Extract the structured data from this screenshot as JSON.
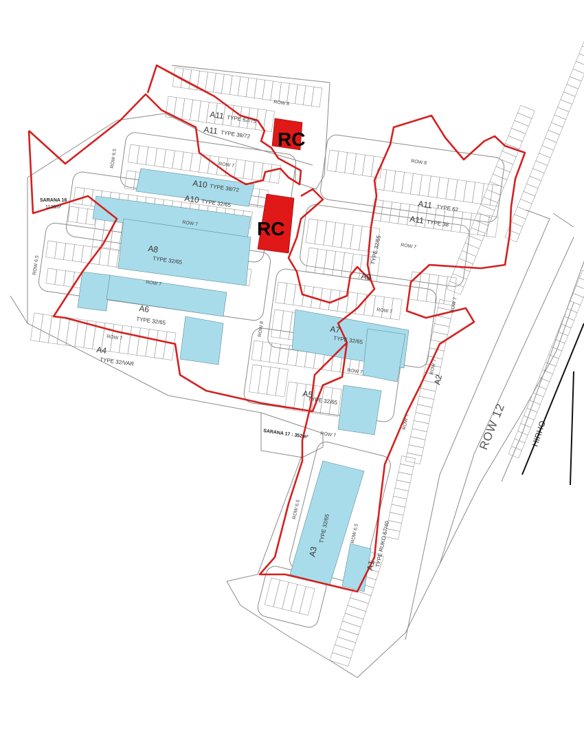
{
  "colors": {
    "boundary": "#d42020",
    "highlight": "#a9dcea",
    "rc": "#e01818",
    "lines": "#8a8a8a",
    "road_fill": "#ffffff"
  },
  "rc_labels": [
    "RC",
    "RC"
  ],
  "road_labels": {
    "row8_top": "ROW 8",
    "row7_a10": "ROW 7",
    "row65_left": "ROW 6.5",
    "row7_a8": "ROW 7",
    "row65_a6": "ROW 6.5",
    "row7_a6": "ROW 7",
    "row7_a4": "ROW 7",
    "row8_right": "ROW 8",
    "row7_a9": "ROW 7",
    "row7_mid": "ROW 7",
    "row8_center": "ROW 8",
    "row7_a5": "ROW 7",
    "row7_bottom": "ROW 7",
    "row7_a2a": "ROW 7",
    "row7_a2b": "ROW 7",
    "row65_a3": "ROW 6.5",
    "row65_a1": "ROW 6.5",
    "row12": "ROW 12"
  },
  "blocks": {
    "a11_top": "A11",
    "a11_top_b": "A11",
    "a10": "A10",
    "a10_b": "A10",
    "a8": "A8",
    "a6": "A6",
    "a4": "A4",
    "a11_right": "A11",
    "a11_right_b": "A11",
    "a9": "A9",
    "a7": "A7",
    "a5": "A5",
    "a2": "A2",
    "a3": "A3",
    "a1": "A1",
    "hirho": "HIRHO"
  },
  "types": {
    "a11_top": "TYPE 62/75",
    "a11_top_b": "TYPE 38/72",
    "a10": "TYPE 38/72",
    "a10_b": "TYPE 32/65",
    "a8": "TYPE 32/65",
    "a6": "TYPE 32/65",
    "a4": "TYPE 32/VAR",
    "a11_right": "TYPE 62",
    "a11_right_b": "TYPE 38",
    "a9": "TYPE 32/65",
    "a7": "TYPE 32/65",
    "a5": "TYPE 32/65",
    "a3": "TYPE 32/65",
    "a1": "TYPE RUKO 67/40"
  },
  "sarana": {
    "s16_name": "SARANA 16",
    "s16_area": "1126m²",
    "s17": "SARANA 17 : 352m²"
  }
}
